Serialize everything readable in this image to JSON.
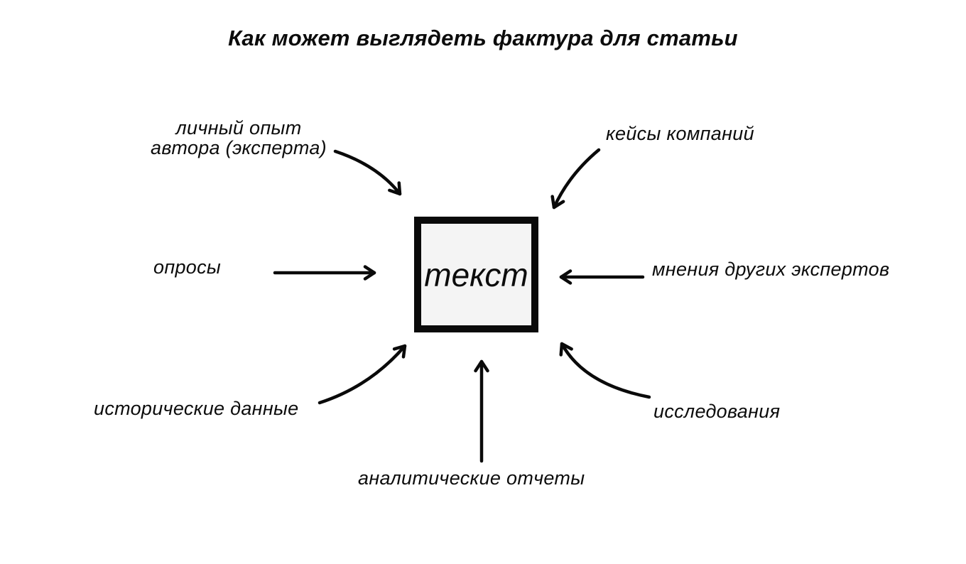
{
  "title": "Как может выглядеть фактура для статьи",
  "colors": {
    "ink": "#0a0a0a",
    "box_fill": "#f4f4f4",
    "background": "#ffffff"
  },
  "center_box": {
    "label": "текст"
  },
  "sources": {
    "personal_experience": {
      "label": "личный опыт\nавтора (эксперта)"
    },
    "company_cases": {
      "label": "кейсы компаний"
    },
    "surveys": {
      "label": "опросы"
    },
    "expert_opinions": {
      "label": "мнения других экспертов"
    },
    "historical_data": {
      "label": "исторические данные"
    },
    "research": {
      "label": "исследования"
    },
    "analytical_reports": {
      "label": "аналитические отчеты"
    }
  }
}
